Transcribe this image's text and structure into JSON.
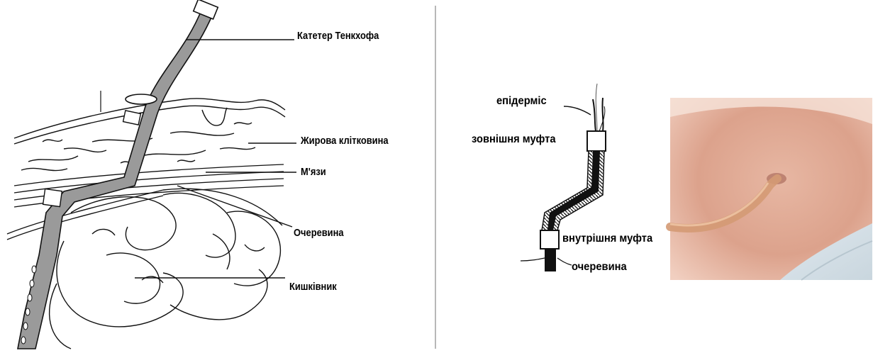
{
  "left_panel": {
    "labels": {
      "tenckhoff_catheter": "Катетер Тенкхофа",
      "fat_tissue": "Жирова клітковина",
      "muscles": "М'язи",
      "peritoneum": "Очеревина",
      "intestine": "Кишківник"
    }
  },
  "right_panel": {
    "labels": {
      "epidermis": "епідерміс",
      "outer_cuff": "зовнішня муфта",
      "inner_cuff": "внутрішня муфта",
      "peritoneum": "очеревина"
    }
  },
  "colors": {
    "line": "#111111",
    "catheter_fill": "#9a9a9a",
    "divider": "#b8b8b8",
    "skin_light": "#f2d6c9",
    "skin_dark": "#d7a58f",
    "tube": "#dba57f"
  }
}
